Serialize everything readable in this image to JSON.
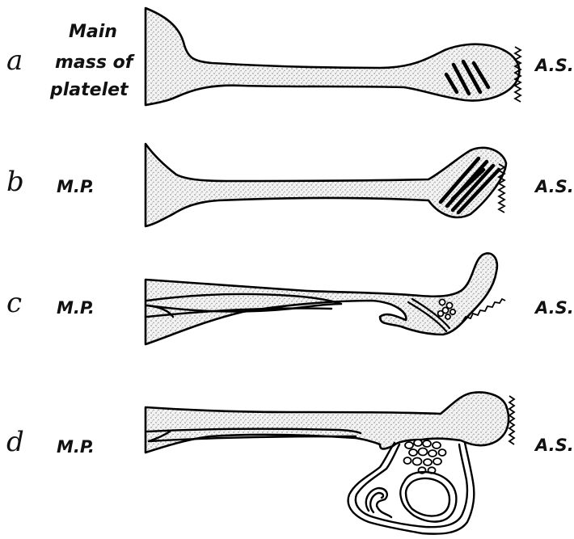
{
  "rows": [
    {
      "letter": "a",
      "left_label_lines": [
        "Main",
        "mass of",
        "platelet"
      ],
      "right_label": "A.S."
    },
    {
      "letter": "b",
      "left_label": "M.P.",
      "right_label": "A.S."
    },
    {
      "letter": "c",
      "left_label": "M.P.",
      "right_label": "A.S."
    },
    {
      "letter": "d",
      "left_label": "M.P.",
      "right_label": "A.S."
    }
  ]
}
